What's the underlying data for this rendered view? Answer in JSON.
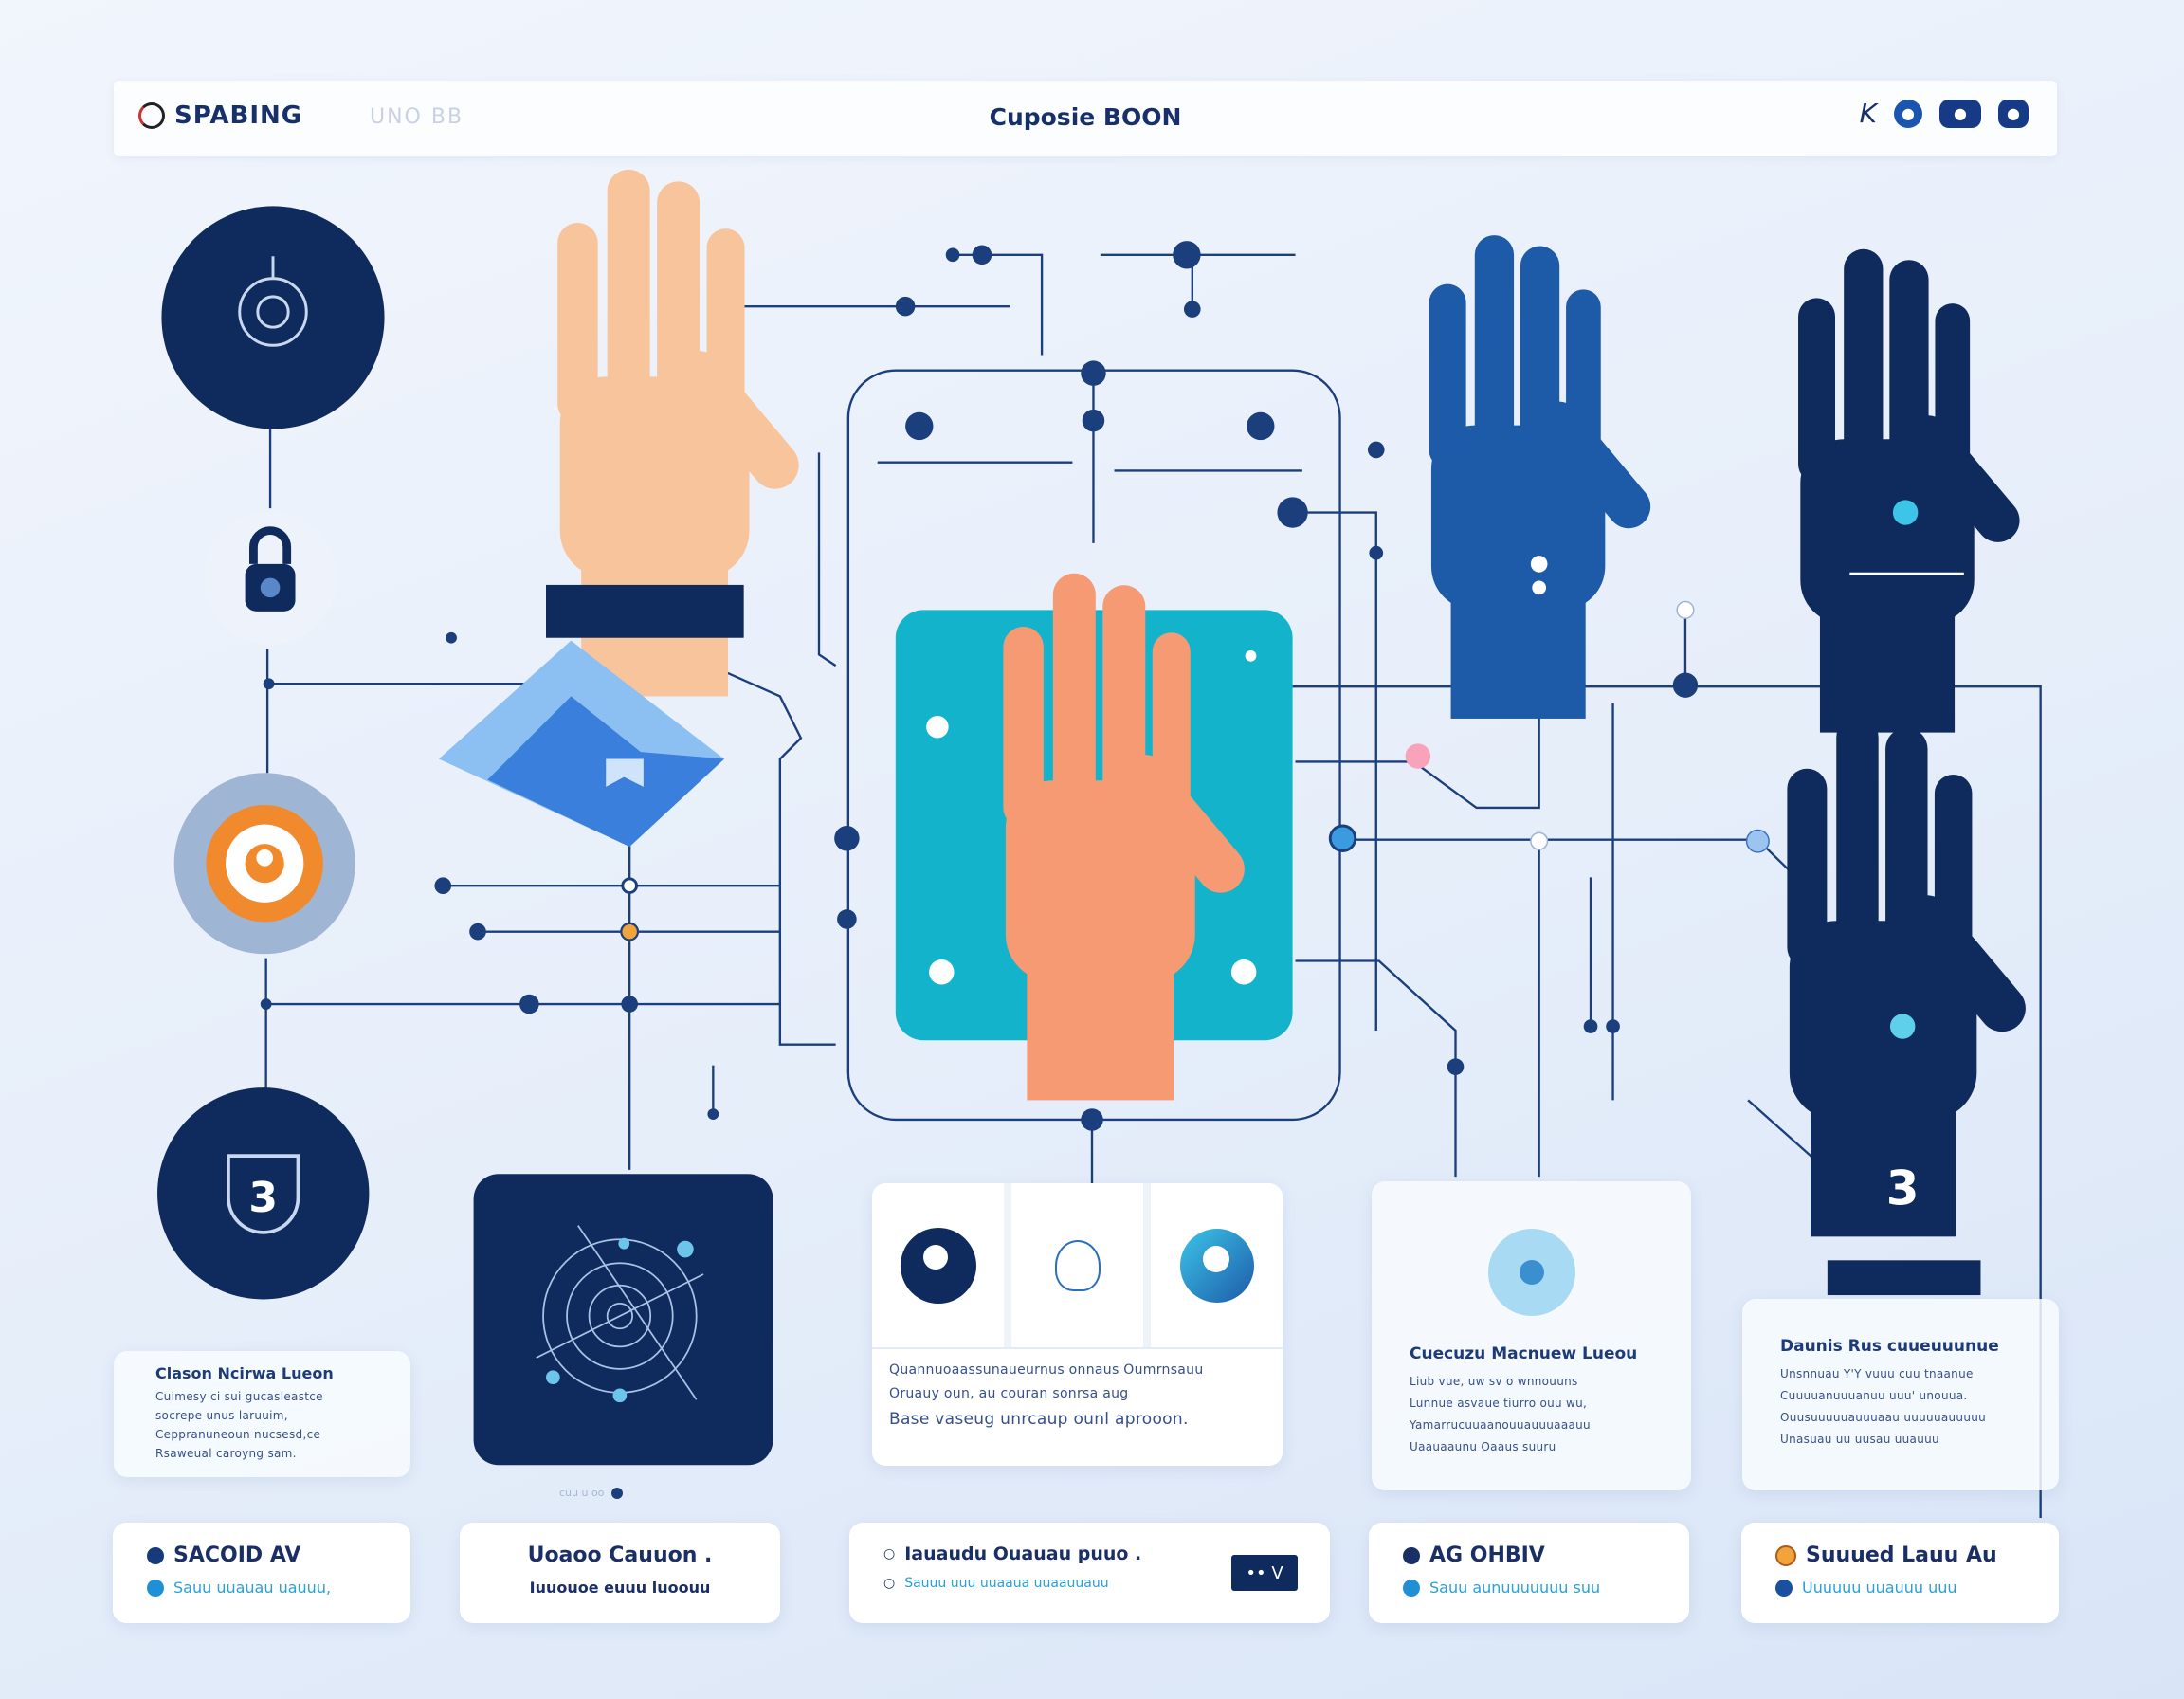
{
  "header": {
    "brand": "SPABING",
    "nav_faded": "UNO BB",
    "title": "Cuposie BOON",
    "icons": [
      "k-icon",
      "info-icon",
      "toggle-icon",
      "settings-icon"
    ],
    "k_label": "K"
  },
  "cards": {
    "left_text": {
      "title": "Clason Ncirwa Lueon",
      "lines": [
        "Cuimesy ci sui gucasleastce",
        "socrepe unus laruuim,",
        "Ceppranuneoun nucsesd,ce",
        "Rsaweual caroyng sam."
      ]
    },
    "center_text": {
      "lines": [
        "Quannuoaassunaueurnus onnaus Oumrnsauu",
        "Oruauy oun, au couran sonrsa aug",
        "Base vaseug unrcaup ounl aprooon."
      ]
    },
    "right_text_1": {
      "title": "Cuecuzu Macnuew Lueou",
      "lines": [
        "Liub vue, uw sv o wnnouuns",
        "Lunnue asvaue tiurro ouu wu,",
        "Yamarrucuuaanouuauuuaaauu",
        "Uaauaaunu Oaaus suuru"
      ]
    },
    "right_text_2": {
      "title": "Daunis Rus cuueuuunue",
      "lines": [
        "Unsnnuau Y'Y vuuu cuu tnaanue",
        "Cuuuuanuuuanuu uuu' unouua.",
        "Ouusuuuuuauuuaau uuuuuauuuuu",
        "Unasuau uu uusau uuauuu"
      ]
    },
    "dots_caption": "cuu u oo"
  },
  "bottom": [
    {
      "title": "SACOID AV",
      "sub": "Sauu uuauau uauuu,",
      "icon_color": "#163a7a",
      "sub_icon_color": "#1f8fd6"
    },
    {
      "title": "Uoaoo Cauuon .",
      "sub": "Iuuouoe euuu luoouu"
    },
    {
      "title": "Iauaudu Ouauau puuo .",
      "sub": "Sauuu uuu uuaaua uuaauuauu",
      "badge": "•• V"
    },
    {
      "title": "AG OHBIV",
      "sub": "Sauu aunuuuuuuu suu",
      "icon_color": "#1a2f66",
      "sub_icon_color": "#1f8fd6"
    },
    {
      "title": "Suuued Lauu Au",
      "sub": "Uuuuuu uuauuu uuu",
      "icon_color": "#f2a33a",
      "sub_icon_color": "#1b4fa0"
    }
  ],
  "colors": {
    "navy": "#0f2a5c",
    "royal": "#1d5aa8",
    "teal": "#14b3cc",
    "peach": "#f8c49c",
    "orange": "#f08a2c",
    "cyan": "#3cc5e8",
    "pink": "#f7a3b9"
  }
}
